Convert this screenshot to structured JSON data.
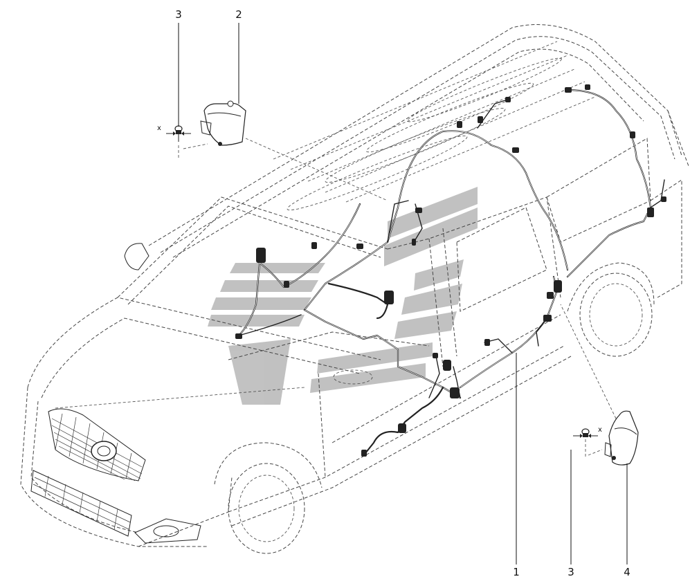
{
  "callouts": {
    "c1": "1",
    "c2": "2",
    "c3_top": "3",
    "c3_bottom": "3",
    "c4": "4"
  },
  "view_markers": {
    "x_top": "x",
    "x_bottom": "x"
  },
  "colors": {
    "line_art": "#444444",
    "wiring": "#222222",
    "watermark": "#b7b7b7",
    "background": "#ffffff"
  }
}
